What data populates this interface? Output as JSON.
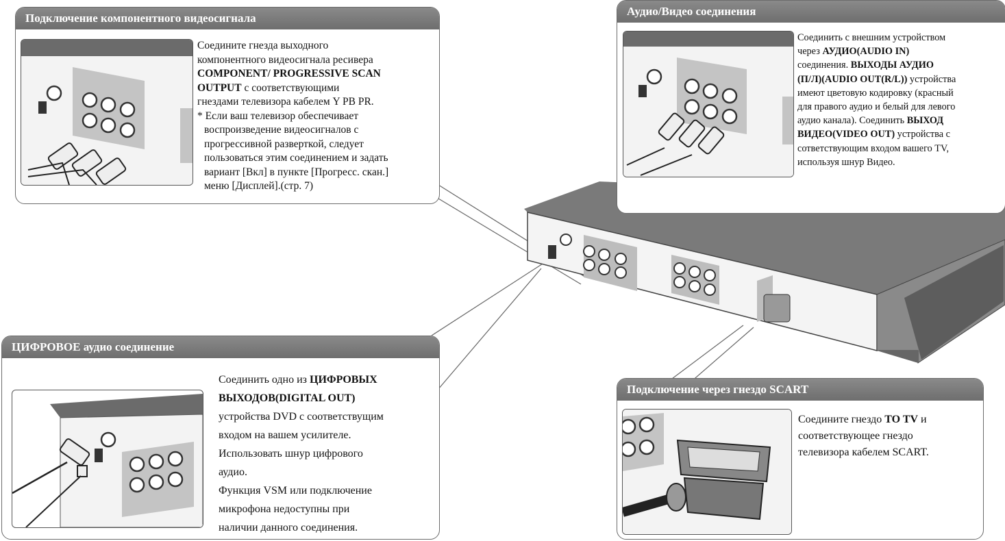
{
  "component": {
    "title": "Подключение компонентного видеосигнала",
    "p1": "Соедините гнезда выходного",
    "p2": "компонентного видеосигнала ресивера",
    "p3_bold": "COMPONENT/ PROGRESSIVE SCAN",
    "p4_bold": "OUTPUT",
    "p4": " с соответствующими",
    "p5": "гнездами телевизора кабелем Y PB PR.",
    "n1": "* Если ваш телевизор обеспечивает",
    "n2": "воспроизведение видеосигналов с",
    "n3": "прогрессивной разверткой, следует",
    "n4": "пользоваться этим соединением и задать",
    "n5": "вариант [Вкл] в пункте [Прогресс. скан.]",
    "n6": "меню [Дисплей].(стр. 7)"
  },
  "av": {
    "title": "Аудио/Видео соединения",
    "l1": "Соединить с внешним устройством",
    "l2": "через ",
    "l2_bold": "АУДИО(AUDIO IN)",
    "l3": "соединения. ",
    "l3_bold": "ВЫХОДЫ АУДИО",
    "l4_bold": "(П/Л)(AUDIO OUT(R/L))",
    "l4": " устройства",
    "l5": "имеют цветовую кодировку (красный",
    "l6": "для правого аудио и белый для левого",
    "l7": "аудио канала). Соединить ",
    "l7_bold": "ВЫХОД",
    "l8_bold": "ВИДЕО(VIDEO OUT)",
    "l8": " устройства с",
    "l9": "сответствующим входом вашего TV,",
    "l10": "используя шнур Видео."
  },
  "digital": {
    "title": "ЦИФРОВОЕ аудио соединение",
    "l1": "Соединить одно из ",
    "l1_bold": "ЦИФРОВЫХ",
    "l2_bold": "ВЫХОДОВ(DIGITAL OUT)",
    "l3": "устройства DVD с соответствущим",
    "l4": "входом на вашем усилителе.",
    "l5": "Использовать шнур цифрового",
    "l6": "аудио.",
    "l7": "Функция VSM или подключение",
    "l8": "микрофона недоступны при",
    "l9": "наличии данного соединения."
  },
  "scart": {
    "title": "Подключение через гнездо SCART",
    "l1": "Соедините гнездо ",
    "l1_bold": "TO TV",
    "l1_end": " и",
    "l2": "соответствующее гнездо",
    "l3": "телевизора кабелем SCART."
  }
}
